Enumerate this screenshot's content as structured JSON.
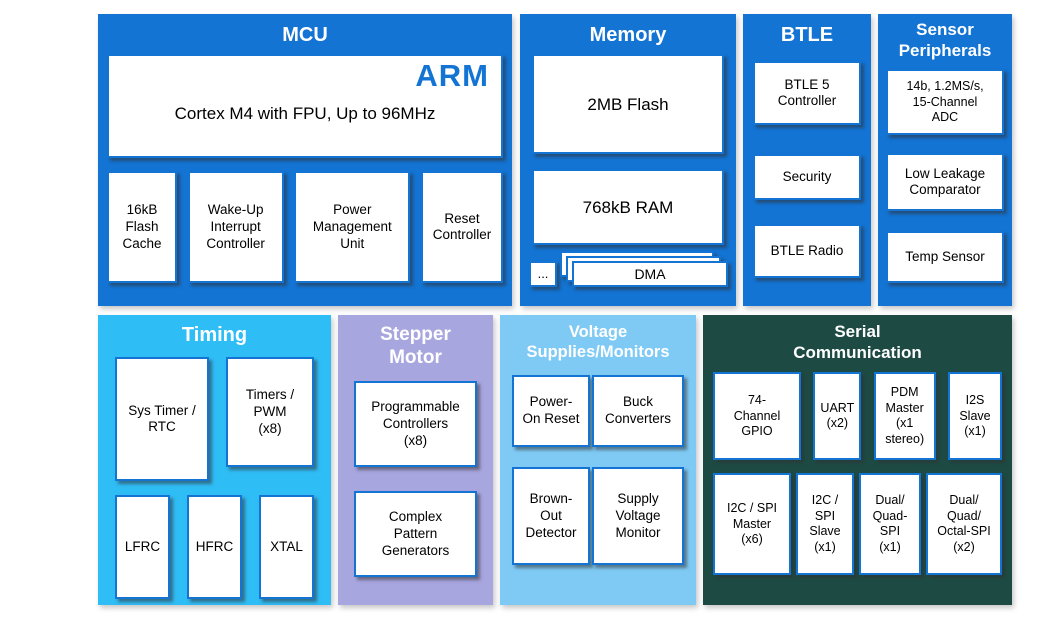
{
  "mcu": {
    "title": "MCU",
    "arm": "ARM",
    "core": "Cortex M4 with FPU, Up to 96MHz",
    "items": [
      "16kB\nFlash\nCache",
      "Wake-Up\nInterrupt\nController",
      "Power\nManagement\nUnit",
      "Reset\nController"
    ]
  },
  "memory": {
    "title": "Memory",
    "flash": "2MB Flash",
    "ram": "768kB RAM",
    "dma": "DMA",
    "dma_more": "..."
  },
  "btle": {
    "title": "BTLE",
    "items": [
      "BTLE 5\nController",
      "Security",
      "BTLE Radio"
    ]
  },
  "sensor": {
    "title": "Sensor\nPeripherals",
    "items": [
      "14b, 1.2MS/s,\n15-Channel\nADC",
      "Low Leakage\nComparator",
      "Temp Sensor"
    ]
  },
  "timing": {
    "title": "Timing",
    "row1": [
      "Sys Timer /\nRTC",
      "Timers /\nPWM\n(x8)"
    ],
    "row2": [
      "LFRC",
      "HFRC",
      "XTAL"
    ]
  },
  "stepper": {
    "title": "Stepper\nMotor",
    "items": [
      "Programmable\nControllers\n(x8)",
      "Complex\nPattern\nGenerators"
    ]
  },
  "voltage": {
    "title": "Voltage\nSupplies/Monitors",
    "row1": [
      "Power-\nOn Reset",
      "Buck\nConverters"
    ],
    "row2": [
      "Brown-\nOut\nDetector",
      "Supply\nVoltage\nMonitor"
    ]
  },
  "serial": {
    "title": "Serial\nCommunication",
    "row1": [
      "74-\nChannel\nGPIO",
      "UART\n(x2)",
      "PDM\nMaster\n(x1\nstereo)",
      "I2S\nSlave\n(x1)"
    ],
    "row2": [
      "I2C / SPI\nMaster\n(x6)",
      "I2C /\nSPI\nSlave\n(x1)",
      "Dual/\nQuad-\nSPI\n(x1)",
      "Dual/\nQuad/\nOctal-SPI\n(x2)"
    ]
  },
  "colors": {
    "primary_blue": "#1374d4",
    "timing_cyan": "#2fbdf6",
    "stepper_purple": "#a8a6df",
    "voltage_light_blue": "#7fcaf5",
    "serial_dark_teal": "#1d4b44",
    "box_background": "#ffffff",
    "arm_text_blue": "#1374d4"
  }
}
